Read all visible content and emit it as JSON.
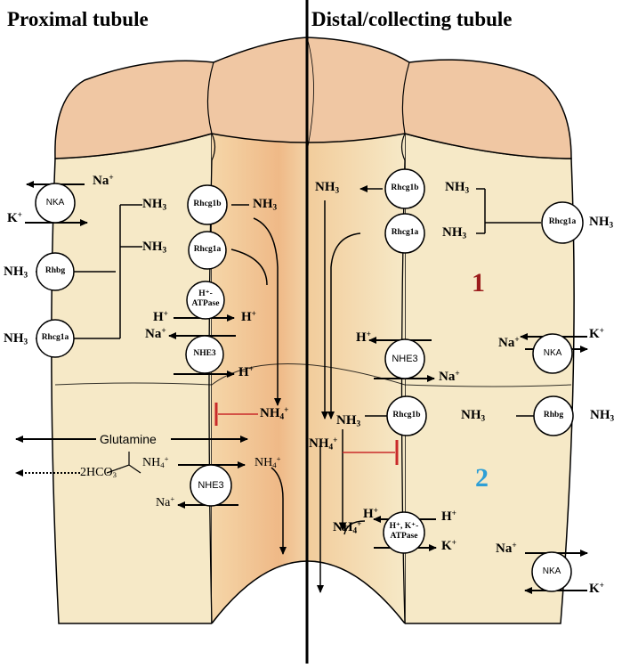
{
  "titles": {
    "left": "Proximal tubule",
    "right": "Distal/collecting tubule"
  },
  "region_numbers": {
    "one": "1",
    "two": "2"
  },
  "colors": {
    "apical_cap": "#f0c7a3",
    "cytoplasm": "#f6e9c7",
    "lumen_dark": "#f2c08c",
    "line": "#000000",
    "inhibit": "#c92a2a",
    "num_one": "#9b1c1c",
    "num_two": "#2e9fd6"
  },
  "transporters": {
    "nka": "NKA",
    "rhbg": "Rhbg",
    "rhcg1a": "Rhcg1a",
    "rhcg1b": "Rhcg1b",
    "h_atpase_line1": "H⁺-",
    "h_atpase_line2": "ATPase",
    "nhe3": "NHE3",
    "hk_atpase_line1": "H⁺, K⁺-",
    "hk_atpase_line2": "ATPase"
  },
  "molecules": {
    "nh3": "NH3",
    "nh4": "NH4+",
    "na": "Na+",
    "k": "K+",
    "h": "H+",
    "glutamine": "Glutamine",
    "hco3": "2HCO3−"
  }
}
